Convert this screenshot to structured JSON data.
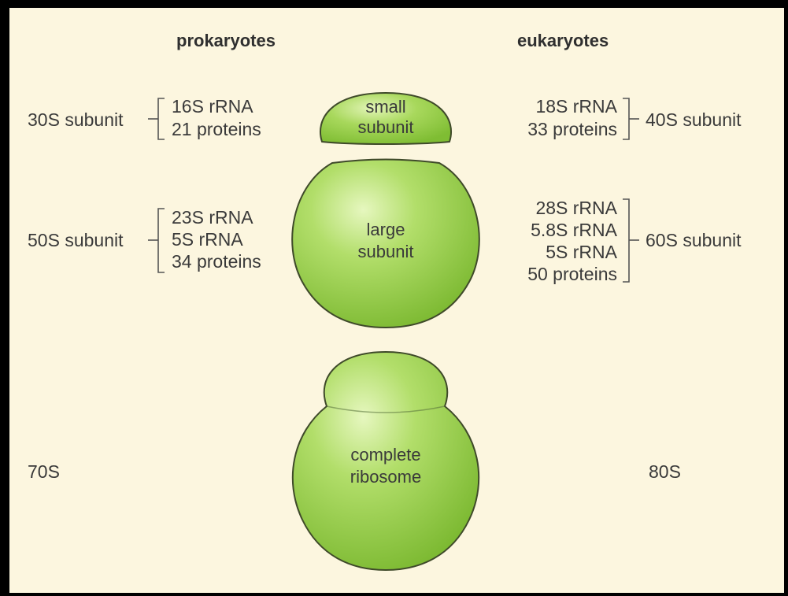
{
  "headers": {
    "prokaryotes": "prokaryotes",
    "eukaryotes": "eukaryotes"
  },
  "prokaryotes": {
    "small": {
      "subunit": "30S subunit",
      "components": [
        "16S rRNA",
        "21 proteins"
      ]
    },
    "large": {
      "subunit": "50S subunit",
      "components": [
        "23S rRNA",
        "5S rRNA",
        "34 proteins"
      ]
    },
    "complete": "70S"
  },
  "eukaryotes": {
    "small": {
      "subunit": "40S subunit",
      "components": [
        "18S rRNA",
        "33 proteins"
      ]
    },
    "large": {
      "subunit": "60S subunit",
      "components": [
        "28S rRNA",
        "5.8S rRNA",
        "5S rRNA",
        "50 proteins"
      ]
    },
    "complete": "80S"
  },
  "shapes": {
    "small": [
      "small",
      "subunit"
    ],
    "large": [
      "large",
      "subunit"
    ],
    "complete": [
      "complete",
      "ribosome"
    ]
  },
  "colors": {
    "background": "#fcf6df",
    "subunit_fill": "#8fcb3f",
    "subunit_highlight": "#d9f0a8",
    "outline": "#3f4a2a",
    "text": "#3a3a3a"
  }
}
